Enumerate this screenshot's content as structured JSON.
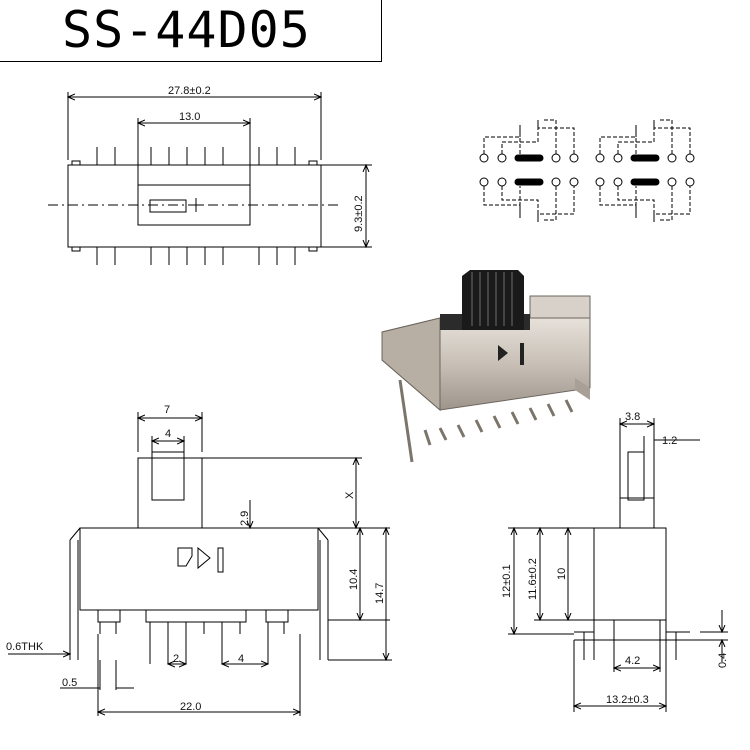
{
  "title": "SS-44D05",
  "dimensions": {
    "overall_length": "27.8±0.2",
    "pin_span": "13.0",
    "body_height": "9.3±0.2",
    "actuator_width": "7",
    "actuator_inner": "4",
    "travel": "X",
    "actuator_gap": "2.9",
    "body_side": "10.4",
    "total_height": "14.7",
    "sheet_thickness": "0.6THK",
    "pin_width": "0.5",
    "pin_pitch": "2",
    "row_pitch": "4",
    "base_length": "22.0",
    "end_width": "3.8",
    "end_inner": "1.2",
    "end_height": "12±0.1",
    "end_inner_height": "11.6±0.2",
    "end_body": "10",
    "end_pin_offset": "0.4",
    "end_pin_spacing": "4.2",
    "end_total_width": "13.2±0.3"
  },
  "colors": {
    "ink": "#000000",
    "product_metal": "#c8c0b6",
    "actuator": "#1a1a1a"
  }
}
